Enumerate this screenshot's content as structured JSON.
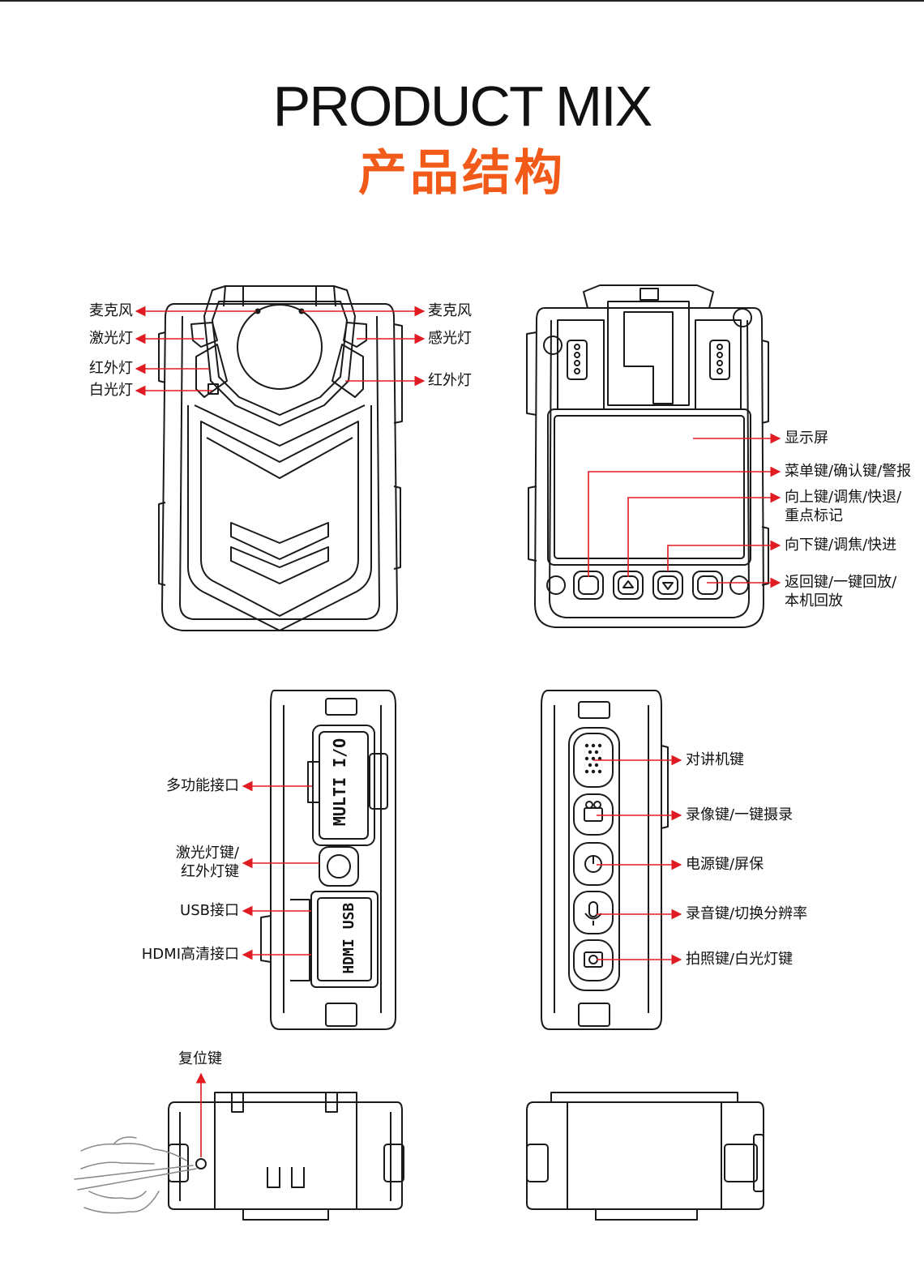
{
  "title_en": "PRODUCT MIX",
  "title_zh": "产品结构",
  "colors": {
    "title_zh": "#f25a1a",
    "arrow": "#e01b22",
    "line": "#1a1a1a"
  },
  "front_view": {
    "left_labels": [
      "麦克风",
      "激光灯",
      "红外灯",
      "白光灯"
    ],
    "right_labels": [
      "麦克风",
      "感光灯",
      "红外灯"
    ]
  },
  "back_view": {
    "labels": [
      "显示屏",
      "菜单键/确认键/警报",
      "向上键/调焦/快退/",
      "重点标记",
      "向下键/调焦/快进",
      "返回键/一键回放/",
      "本机回放"
    ]
  },
  "left_side_view": {
    "labels": [
      "多功能接口",
      "激光灯键/",
      "红外灯键",
      "USB接口",
      "HDMI高清接口"
    ],
    "port_text": {
      "multi": "MULTI I/O",
      "usb": "USB",
      "hdmi": "HDMI"
    }
  },
  "right_side_view": {
    "labels": [
      "对讲机键",
      "录像键/一键摄录",
      "电源键/屏保",
      "录音键/切换分辨率",
      "拍照键/白光灯键"
    ]
  },
  "bottom_view": {
    "labels": [
      "复位键"
    ]
  }
}
